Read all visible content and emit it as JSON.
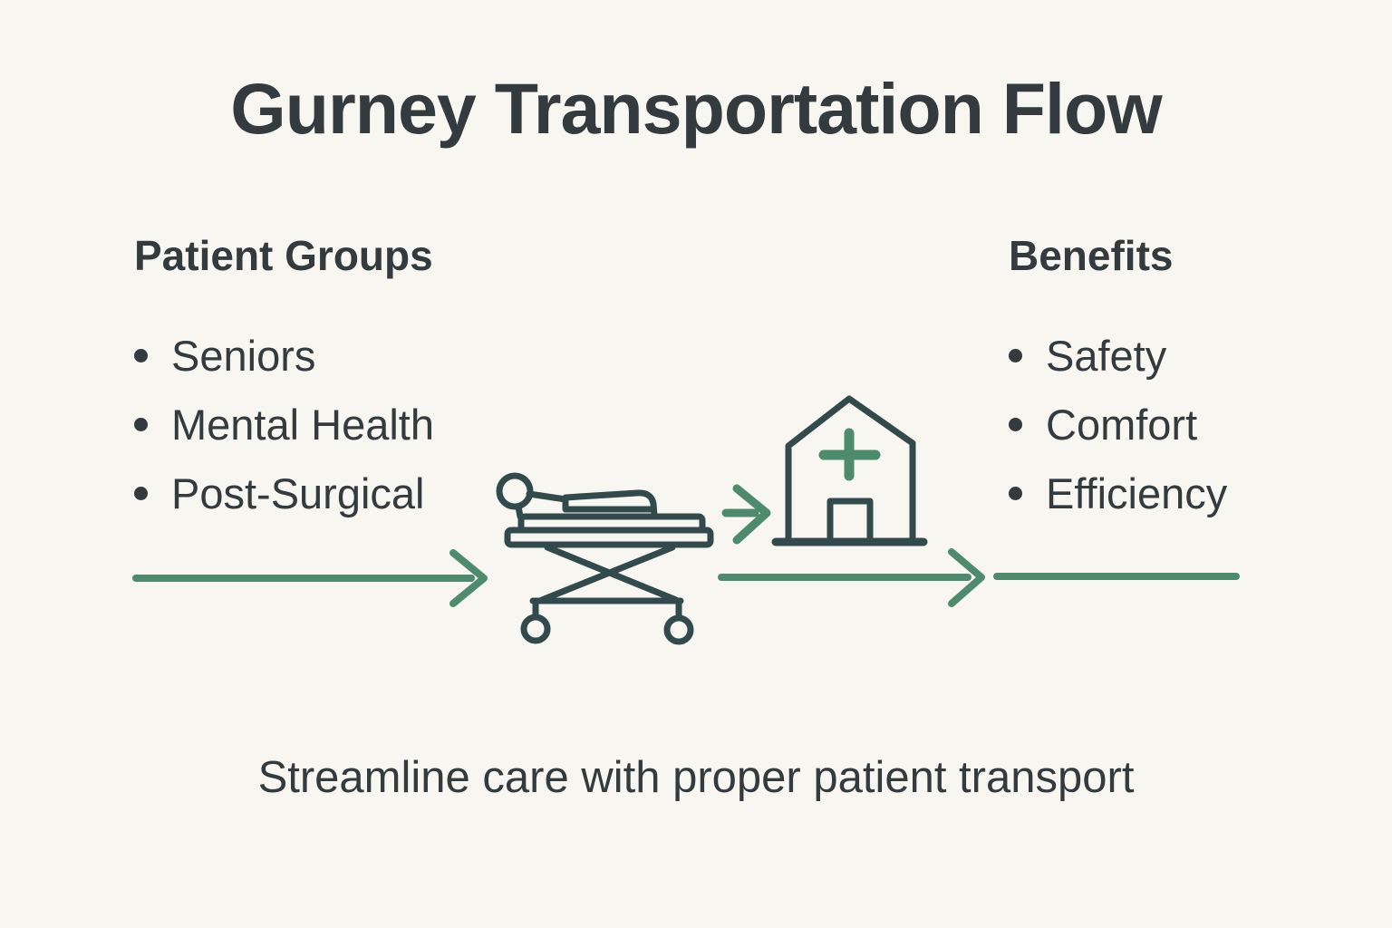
{
  "title": "Gurney Transportation Flow",
  "caption": "Streamline care with proper patient transport",
  "left_panel": {
    "heading": "Patient Groups",
    "items": [
      "Seniors",
      "Mental Health",
      "Post-Surgical"
    ]
  },
  "right_panel": {
    "heading": "Benefits",
    "items": [
      "Safety",
      "Comfort",
      "Efficiency"
    ]
  },
  "illustration": {
    "icons": [
      {
        "name": "gurney-icon",
        "depicts": "patient lying on wheeled stretcher"
      },
      {
        "name": "hospital-icon",
        "depicts": "building with pitched roof, door and medical cross"
      },
      {
        "name": "medical-cross-icon",
        "depicts": "green plus sign"
      }
    ],
    "arrows": [
      "flow-arrow-left",
      "flow-arrow-mid",
      "flow-arrow-bottom",
      "flow-line-right"
    ]
  },
  "colors": {
    "background": "#f8f6f1",
    "ink": "#333b3e",
    "illustration": "#334a4c",
    "accent_green": "#4e8b6c"
  }
}
